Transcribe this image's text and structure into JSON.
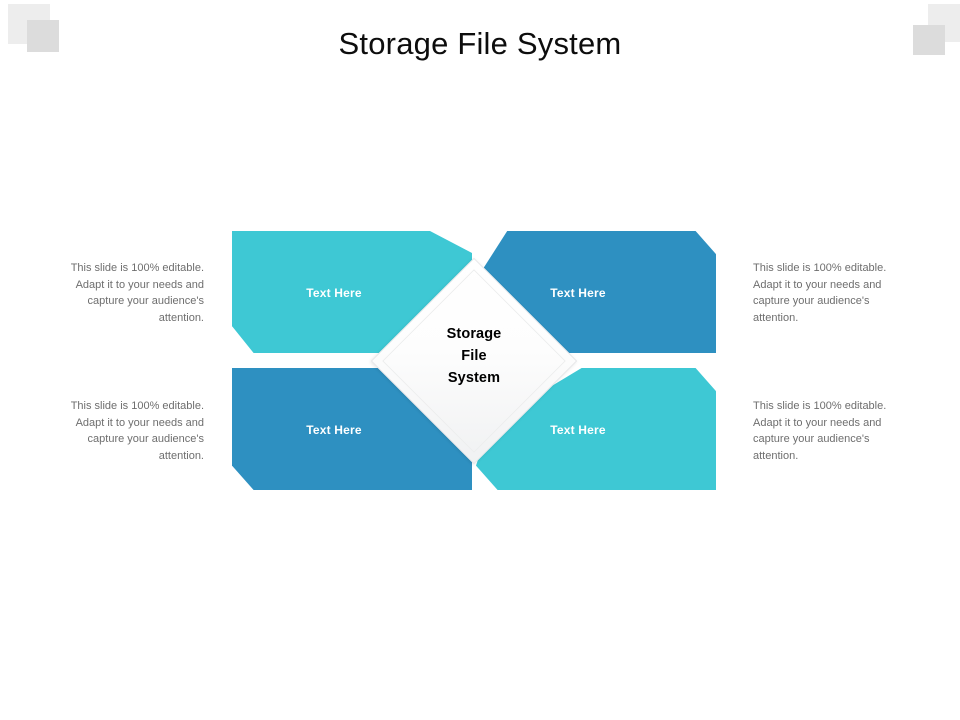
{
  "slide": {
    "title": "Storage File System",
    "background_color": "#ffffff"
  },
  "colors": {
    "teal": "#3ec8d4",
    "blue": "#2e90c1",
    "text_gray": "#6e6e6e",
    "title_black": "#0d0d0d",
    "deco_light": "#ededed",
    "deco_dark": "#dcdcdc",
    "diamond_fill": "#ffffff"
  },
  "center": {
    "line1": "Storage",
    "line2": "File",
    "line3": "System",
    "full_text": "Storage File System"
  },
  "quadrants": [
    {
      "id": "top-left",
      "label": "Text Here",
      "color": "#3ec8d4",
      "position": "top-left"
    },
    {
      "id": "top-right",
      "label": "Text Here",
      "color": "#2e90c1",
      "position": "top-right"
    },
    {
      "id": "bottom-left",
      "label": "Text Here",
      "color": "#2e90c1",
      "position": "bottom-left"
    },
    {
      "id": "bottom-right",
      "label": "Text Here",
      "color": "#3ec8d4",
      "position": "bottom-right"
    }
  ],
  "descriptions": [
    {
      "id": "top-left",
      "text": "This slide is 100% editable. Adapt it to your needs and capture your audience's attention.",
      "align": "right"
    },
    {
      "id": "bottom-left",
      "text": "This slide is 100% editable. Adapt it to your needs and capture your audience's attention.",
      "align": "right"
    },
    {
      "id": "top-right",
      "text": "This slide is 100% editable. Adapt it to your needs and capture your audience's attention.",
      "align": "left"
    },
    {
      "id": "bottom-right",
      "text": "This slide is 100% editable. Adapt it to your needs and capture your audience's attention.",
      "align": "left"
    }
  ],
  "decorations": [
    {
      "id": "top-left-square-a",
      "shade": "light"
    },
    {
      "id": "top-left-square-b",
      "shade": "dark"
    },
    {
      "id": "top-right-square-a",
      "shade": "light"
    },
    {
      "id": "top-right-square-b",
      "shade": "dark"
    }
  ]
}
